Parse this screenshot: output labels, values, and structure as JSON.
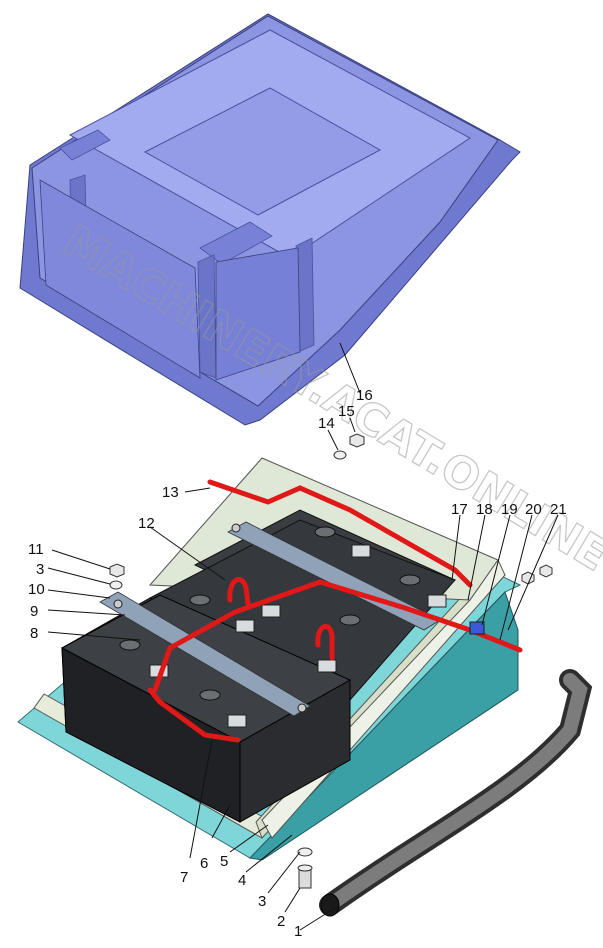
{
  "watermark": "MACHINERY.ACAT.ONLINE",
  "callouts": {
    "c1": "1",
    "c2": "2",
    "c3a": "3",
    "c3b": "3",
    "c4": "4",
    "c5": "5",
    "c6": "6",
    "c7": "7",
    "c8": "8",
    "c9": "9",
    "c10": "10",
    "c11": "11",
    "c12": "12",
    "c13": "13",
    "c14": "14",
    "c15": "15",
    "c16": "16",
    "c17": "17",
    "c18": "18",
    "c19": "19",
    "c20": "20",
    "c21": "21"
  },
  "colors": {
    "cover": "#8a93e0",
    "cover_shadow": "#6570c4",
    "box_frame": "#dfe8d8",
    "box_base": "#7fd6d9",
    "battery": "#2f3235",
    "clamp_strip": "#8fa2b8",
    "cable": "#e01818",
    "tube": "#5a5a5a"
  }
}
